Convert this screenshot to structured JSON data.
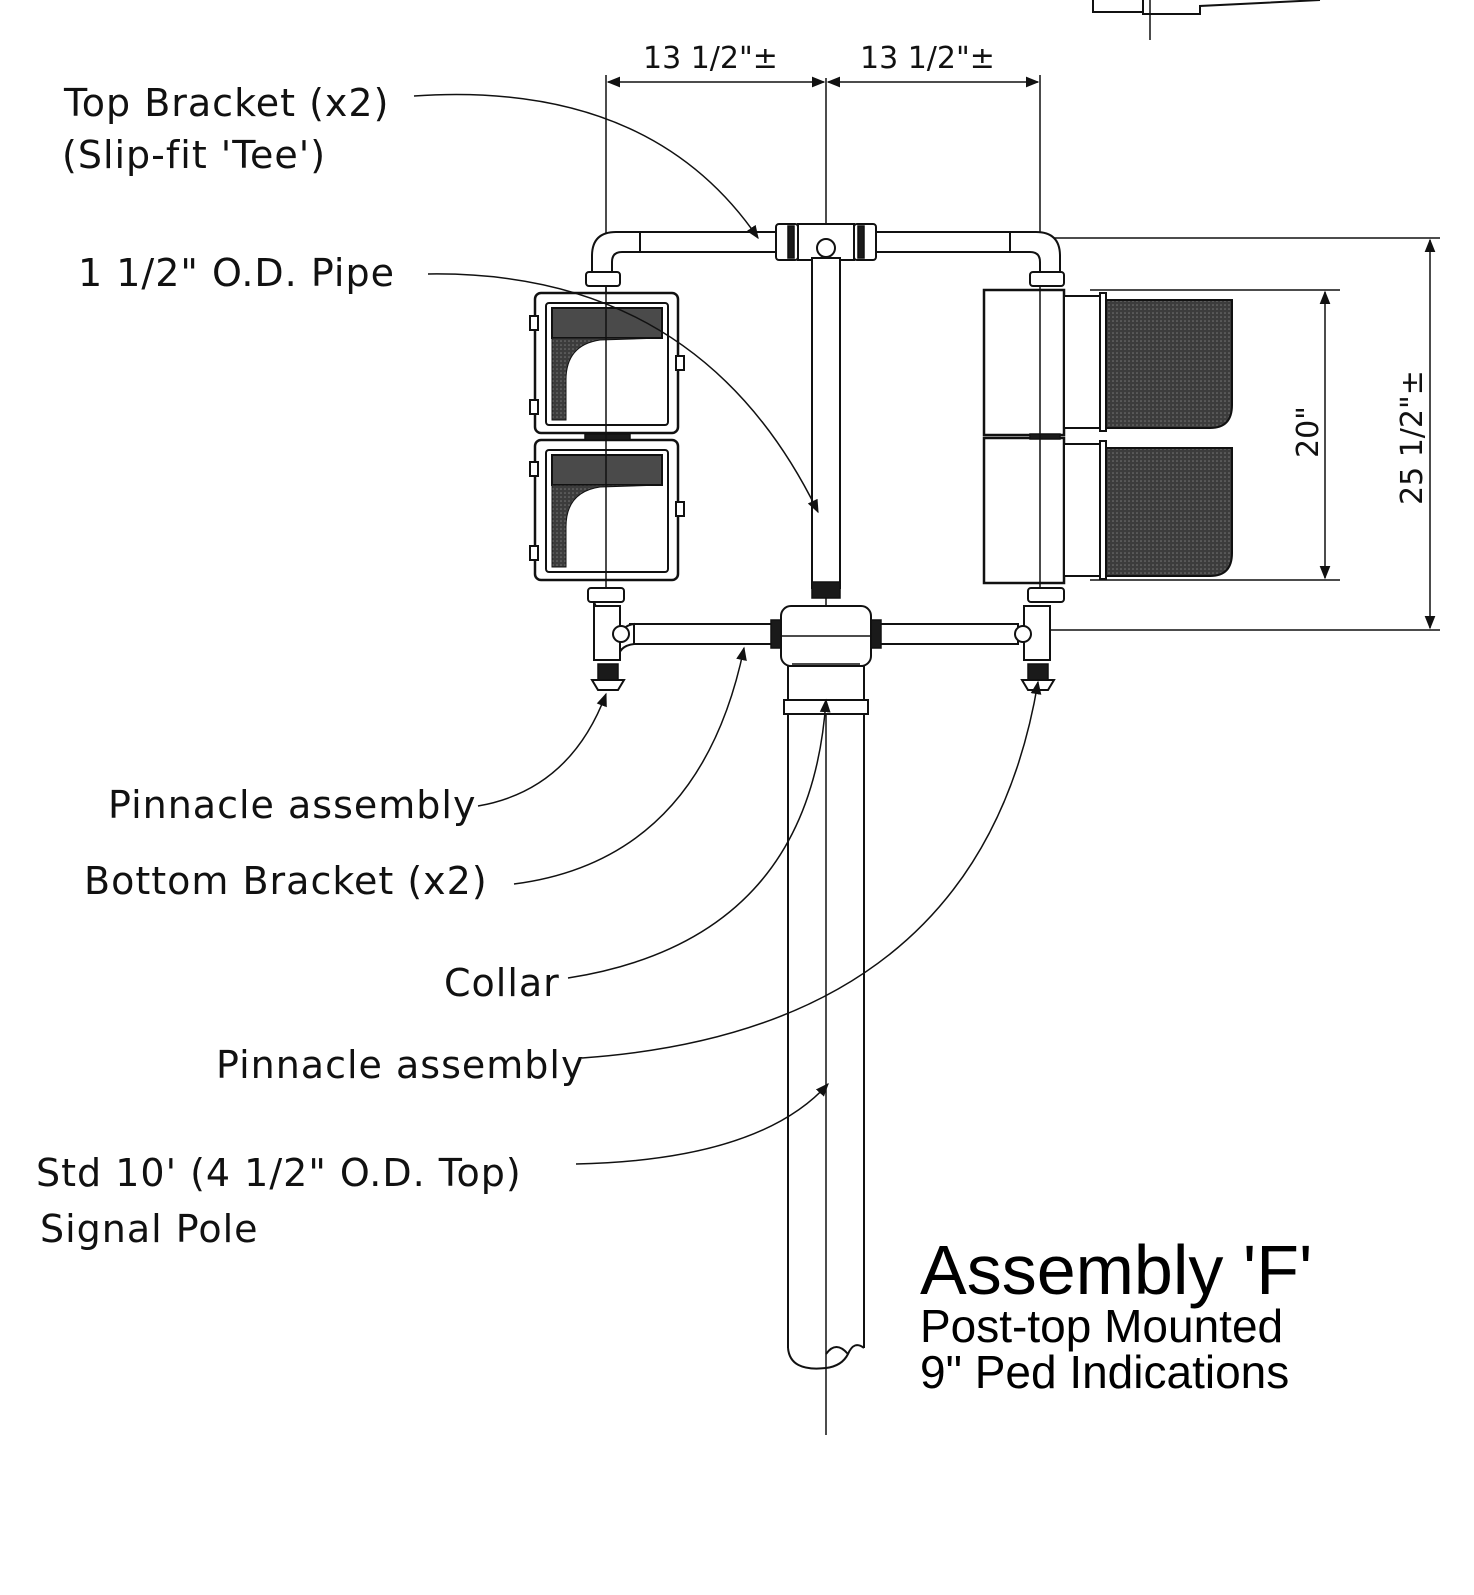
{
  "dimensions": {
    "top_left_span": "13 1/2\"±",
    "top_right_span": "13 1/2\"±",
    "signal_height": "20\"",
    "overall_height": "25 1/2\"±"
  },
  "callouts": {
    "top_bracket_line1": "Top Bracket (x2)",
    "top_bracket_line2": "(Slip-fit 'Tee')",
    "pipe": "1 1/2\" O.D. Pipe",
    "pinnacle_left": "Pinnacle assembly",
    "bottom_bracket": "Bottom Bracket (x2)",
    "collar": "Collar",
    "pinnacle_right": "Pinnacle assembly",
    "pole_line1": "Std 10' (4 1/2\" O.D. Top)",
    "pole_line2": "Signal Pole"
  },
  "title": {
    "main": "Assembly 'F'",
    "sub1": "Post-top Mounted",
    "sub2": "9\" Ped Indications"
  }
}
